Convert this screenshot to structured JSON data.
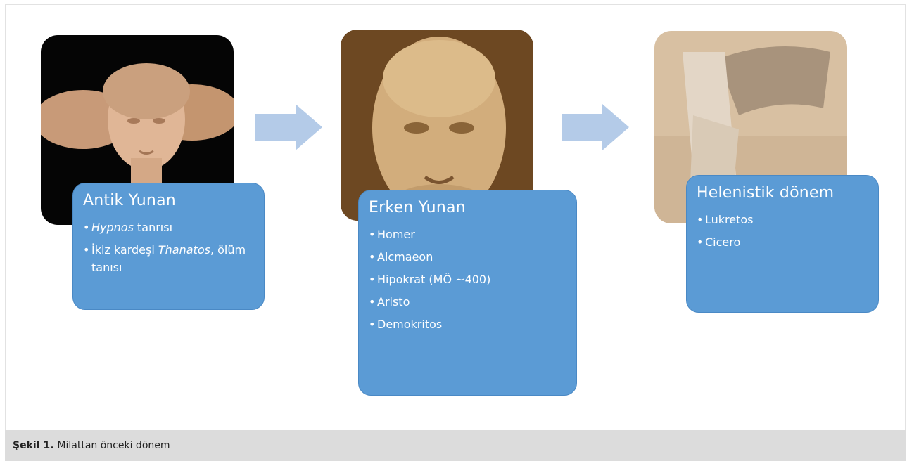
{
  "figure": {
    "caption_label": "Şekil 1.",
    "caption_text": "Milattan önceki dönem"
  },
  "stages": [
    {
      "title": "Antik Yunan",
      "items": [
        {
          "em": "Hypnos",
          "text": " tanrısı"
        },
        {
          "pre": "İkiz kardeşi ",
          "em": "Thanatos",
          "post": ", ölüm tanısı"
        }
      ]
    },
    {
      "title": "Erken Yunan",
      "items": [
        "Homer",
        "Alcmaeon",
        "Hipokrat (MÖ ~400)",
        "Aristo",
        "Demokritos"
      ]
    },
    {
      "title": "Helenistik dönem",
      "items": [
        "Lukretos",
        "Cicero"
      ]
    }
  ],
  "colors": {
    "box_fill": "#5b9bd5",
    "arrow_fill": "#b4cbe8",
    "caption_bg": "#dcdcdc"
  }
}
